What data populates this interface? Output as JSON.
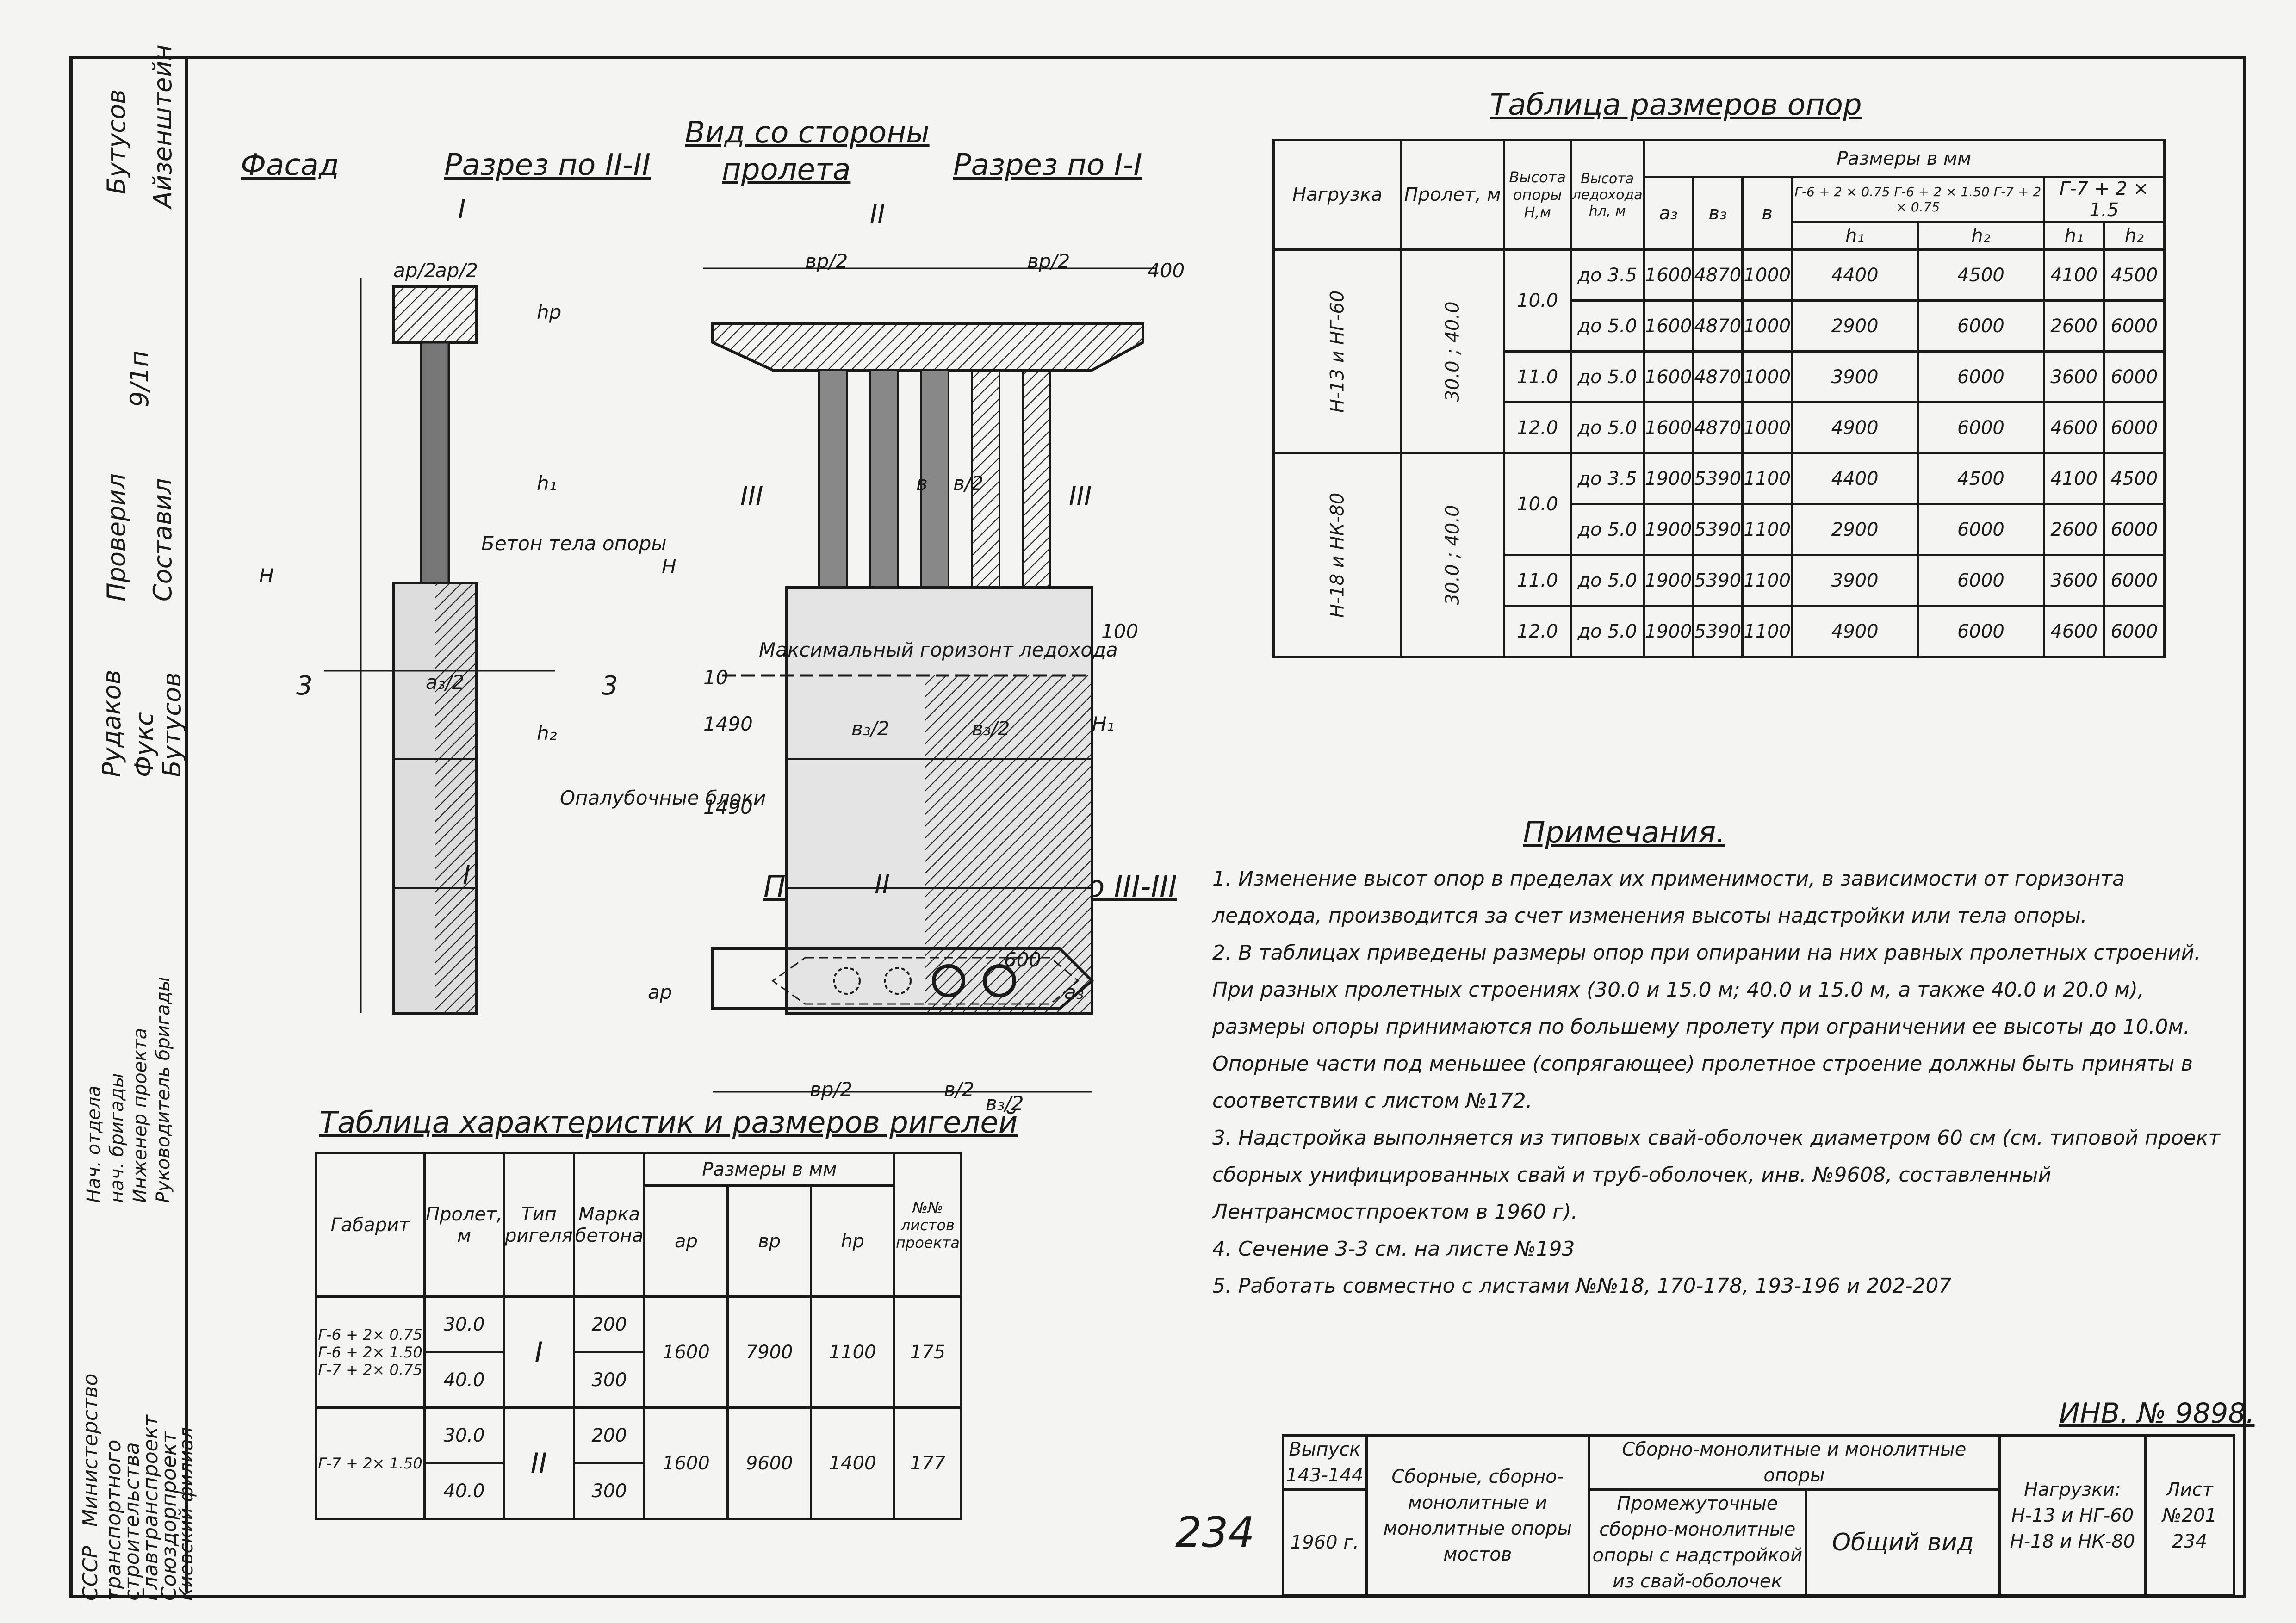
{
  "side_strip": {
    "surnames": [
      "Бутусов",
      "Айзенштейн",
      "Рудаков",
      "Фукс",
      "Бутусов"
    ],
    "roles": [
      "Проверил",
      "Составил"
    ],
    "signature_labels": [
      "Нач. отдела",
      "нач. бригады",
      "Инженер проекта",
      "Руководитель бригады"
    ],
    "org": [
      "СССР",
      "Министерство",
      "транспортного",
      "строительства",
      "Главтранспроект",
      "Союздорпроект",
      "Киевский филиал"
    ],
    "sheet_ref": "9/1п"
  },
  "views": {
    "facade": "Фасад",
    "section_2": "Разрез по II-II",
    "span_view_line1": "Вид со стороны",
    "span_view_line2": "пролета",
    "section_1": "Разрез по I-I",
    "plan": "План",
    "section_3": "Разрез по III-III"
  },
  "drawing_labels": {
    "concrete": "Бетон тела опоры",
    "formwork": "Опалубочные блоки",
    "ice_horizon": "Максимальный горизонт ледохода",
    "dim_H": "H",
    "dim_hp": "hр",
    "dim_h1": "h₁",
    "dim_h2": "h₂",
    "dim_H1": "H₁",
    "dim_ap2": "aр/2",
    "dim_bp2": "вр/2",
    "dim_b": "в",
    "dim_b2": "в/2",
    "dim_a32": "a₃/2",
    "dim_b32": "в₃/2",
    "dim_ap": "aр",
    "dim_a3": "a₃",
    "dim_1490": "1490",
    "dim_10": "10",
    "dim_100": "100",
    "dim_400": "400",
    "dim_600": "600",
    "cut_1": "I",
    "cut_2": "II",
    "cut_3": "III",
    "cut_3a": "3"
  },
  "supports_table": {
    "title": "Таблица размеров опор",
    "headers": {
      "load": "Нагрузка",
      "span": "Пролет, м",
      "height": "Высота опоры H,м",
      "ice": "Высота ледохода hл, м",
      "sizes": "Размеры в мм",
      "a3": "a₃",
      "b3": "в₃",
      "b": "в",
      "group1": "Г-6 + 2 × 0.75 Г-6 + 2 × 1.50 Г-7 + 2 × 0.75",
      "group2": "Г-7 + 2 × 1.5",
      "h1": "h₁",
      "h2": "h₂"
    },
    "groups": [
      {
        "load": "Н-13 и НГ-60",
        "span": "30.0 ; 40.0",
        "rows": [
          {
            "H": "10.0",
            "ice": "до 3.5",
            "a3": "1600",
            "b3": "4870",
            "b": "1000",
            "h1a": "4400",
            "h2a": "4500",
            "h1b": "4100",
            "h2b": "4500"
          },
          {
            "H": "",
            "ice": "до 5.0",
            "a3": "1600",
            "b3": "4870",
            "b": "1000",
            "h1a": "2900",
            "h2a": "6000",
            "h1b": "2600",
            "h2b": "6000"
          },
          {
            "H": "11.0",
            "ice": "до 5.0",
            "a3": "1600",
            "b3": "4870",
            "b": "1000",
            "h1a": "3900",
            "h2a": "6000",
            "h1b": "3600",
            "h2b": "6000"
          },
          {
            "H": "12.0",
            "ice": "до 5.0",
            "a3": "1600",
            "b3": "4870",
            "b": "1000",
            "h1a": "4900",
            "h2a": "6000",
            "h1b": "4600",
            "h2b": "6000"
          }
        ]
      },
      {
        "load": "Н-18 и НК-80",
        "span": "30.0 ; 40.0",
        "rows": [
          {
            "H": "10.0",
            "ice": "до 3.5",
            "a3": "1900",
            "b3": "5390",
            "b": "1100",
            "h1a": "4400",
            "h2a": "4500",
            "h1b": "4100",
            "h2b": "4500"
          },
          {
            "H": "",
            "ice": "до 5.0",
            "a3": "1900",
            "b3": "5390",
            "b": "1100",
            "h1a": "2900",
            "h2a": "6000",
            "h1b": "2600",
            "h2b": "6000"
          },
          {
            "H": "11.0",
            "ice": "до 5.0",
            "a3": "1900",
            "b3": "5390",
            "b": "1100",
            "h1a": "3900",
            "h2a": "6000",
            "h1b": "3600",
            "h2b": "6000"
          },
          {
            "H": "12.0",
            "ice": "до 5.0",
            "a3": "1900",
            "b3": "5390",
            "b": "1100",
            "h1a": "4900",
            "h2a": "6000",
            "h1b": "4600",
            "h2b": "6000"
          }
        ]
      }
    ]
  },
  "notes": {
    "title": "Примечания.",
    "items": [
      "1. Изменение высот опор в пределах их применимости, в зависимости от горизонта ледохода, производится за счет изменения высоты надстройки или тела опоры.",
      "2. В таблицах приведены размеры опор при опирании на них равных пролетных строений. При разных пролетных строениях (30.0 и 15.0 м; 40.0 и 15.0 м, а также 40.0 и 20.0 м), размеры опоры принимаются по большему пролету при ограничении ее высоты до 10.0м. Опорные части под меньшее (сопрягающее) пролетное строение должны быть приняты в соответствии с листом №172.",
      "3. Надстройка выполняется из типовых свай-оболочек диаметром 60 см (см. типовой проект сборных унифицированных свай и труб-оболочек, инв. №9608, составленный Лентрансмостпроектом в 1960 г).",
      "4. Сечение 3-3 см. на листе №193",
      "5. Работать совместно с листами №№18, 170-178, 193-196 и 202-207"
    ]
  },
  "riegel_table": {
    "title": "Таблица характеристик и размеров ригелей",
    "headers": {
      "gabarit": "Габарит",
      "span": "Пролет, м",
      "type": "Тип ригеля",
      "grade": "Марка бетона",
      "sizes": "Размеры в мм",
      "ap": "aр",
      "bp": "вр",
      "hp": "hр",
      "sheets": "№№ листов проекта"
    },
    "groups": [
      {
        "gabarit": "Г-6 + 2× 0.75 Г-6 + 2× 1.50 Г-7 + 2× 0.75",
        "type": "I",
        "ap": "1600",
        "bp": "7900",
        "hp": "1100",
        "sheets": "175",
        "rows": [
          {
            "span": "30.0",
            "grade": "200"
          },
          {
            "span": "40.0",
            "grade": "300"
          }
        ]
      },
      {
        "gabarit": "Г-7 + 2× 1.50",
        "type": "II",
        "ap": "1600",
        "bp": "9600",
        "hp": "1400",
        "sheets": "177",
        "rows": [
          {
            "span": "30.0",
            "grade": "200"
          },
          {
            "span": "40.0",
            "grade": "300"
          }
        ]
      }
    ]
  },
  "stamp": {
    "inv": "ИНВ. № 9898.",
    "issue_label": "Выпуск",
    "issue": "143-144",
    "year": "1960 г.",
    "series": "Сборные, сборно-монолитные и монолитные опоры мостов",
    "header": "Сборно-монолитные и монолитные опоры",
    "description": "Промежуточные сборно-монолитные опоры с надстройкой из свай-оболочек",
    "view": "Общий вид",
    "loads_label": "Нагрузки:",
    "load1": "Н-13 и НГ-60",
    "load2": "Н-18 и НК-80",
    "sheet_label": "Лист",
    "sheet_no": "№201",
    "page": "234",
    "handwritten": "234"
  }
}
